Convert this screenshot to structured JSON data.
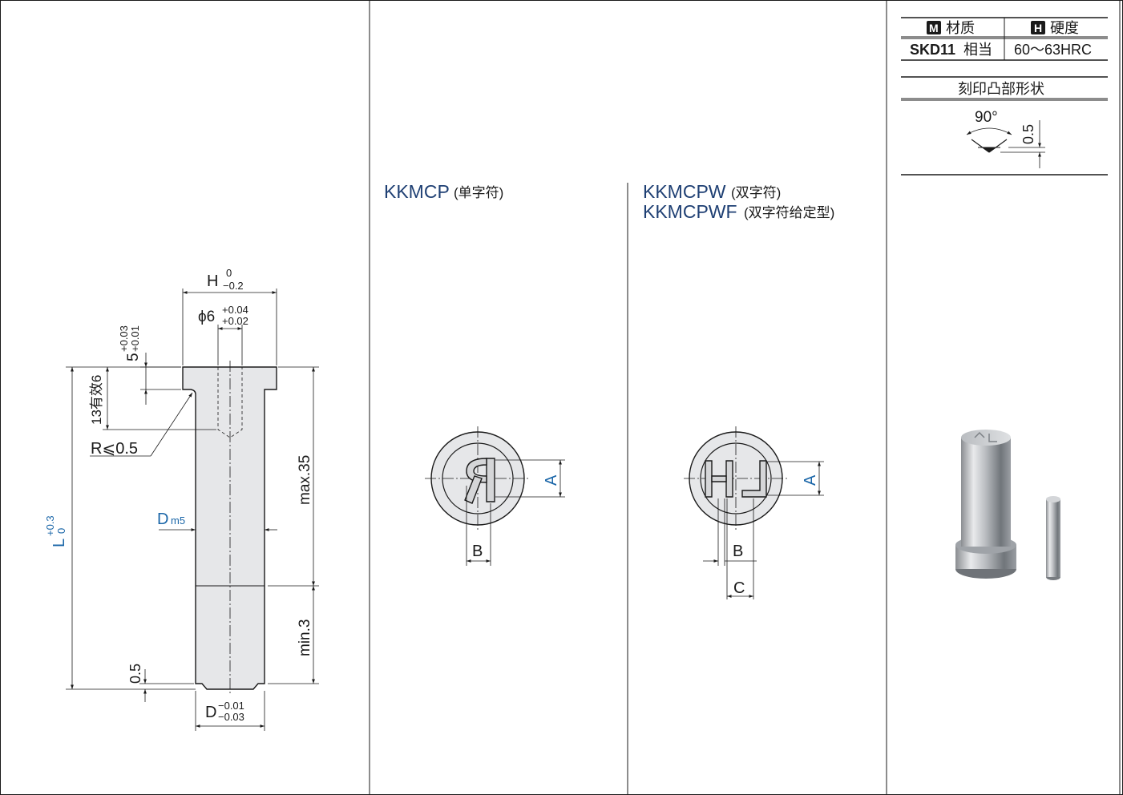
{
  "headings": {
    "kkmcp_code": "KKMCP",
    "kkmcp_note": "(单字符)",
    "kkmcpw_code": "KKMCPW",
    "kkmcpw_note": "(双字符)",
    "kkmcpwf_code": "KKMCPWF",
    "kkmcpwf_note": "(双字符给定型)"
  },
  "spec_table": {
    "material_badge": "M",
    "material_header": "材质",
    "hardness_badge": "H",
    "hardness_header": "硬度",
    "material_value_bold": "SKD11",
    "material_value_suffix": "相当",
    "hardness_value": "60～63HRC",
    "emboss_title": "刻印凸部形状",
    "emboss_angle": "90°",
    "emboss_depth": "0.5"
  },
  "drawing": {
    "H": "H",
    "H_upper": "0",
    "H_lower": "−0.2",
    "phi": "ϕ6",
    "phi_upper": "+0.04",
    "phi_lower": "+0.02",
    "head_t": "5",
    "head_t_upper": "+0.03",
    "head_t_lower": "+0.01",
    "effective": "13有效6",
    "radius": "R⩽0.5",
    "D_m5": "D",
    "m5": "m5",
    "L": "L",
    "L_upper": "+0.3",
    "L_lower": "0",
    "max35": "max.35",
    "min3": "min.3",
    "chamfer": "0.5",
    "D": "D",
    "D_upper": "−0.01",
    "D_lower": "−0.03"
  },
  "views": {
    "single_A": "A",
    "single_B": "B",
    "double_A": "A",
    "double_B": "B",
    "double_C": "C"
  },
  "colors": {
    "dimension_blue": "#1a66a8",
    "heading_navy": "#1e3f73",
    "part_fill": "#e6e7e9"
  }
}
